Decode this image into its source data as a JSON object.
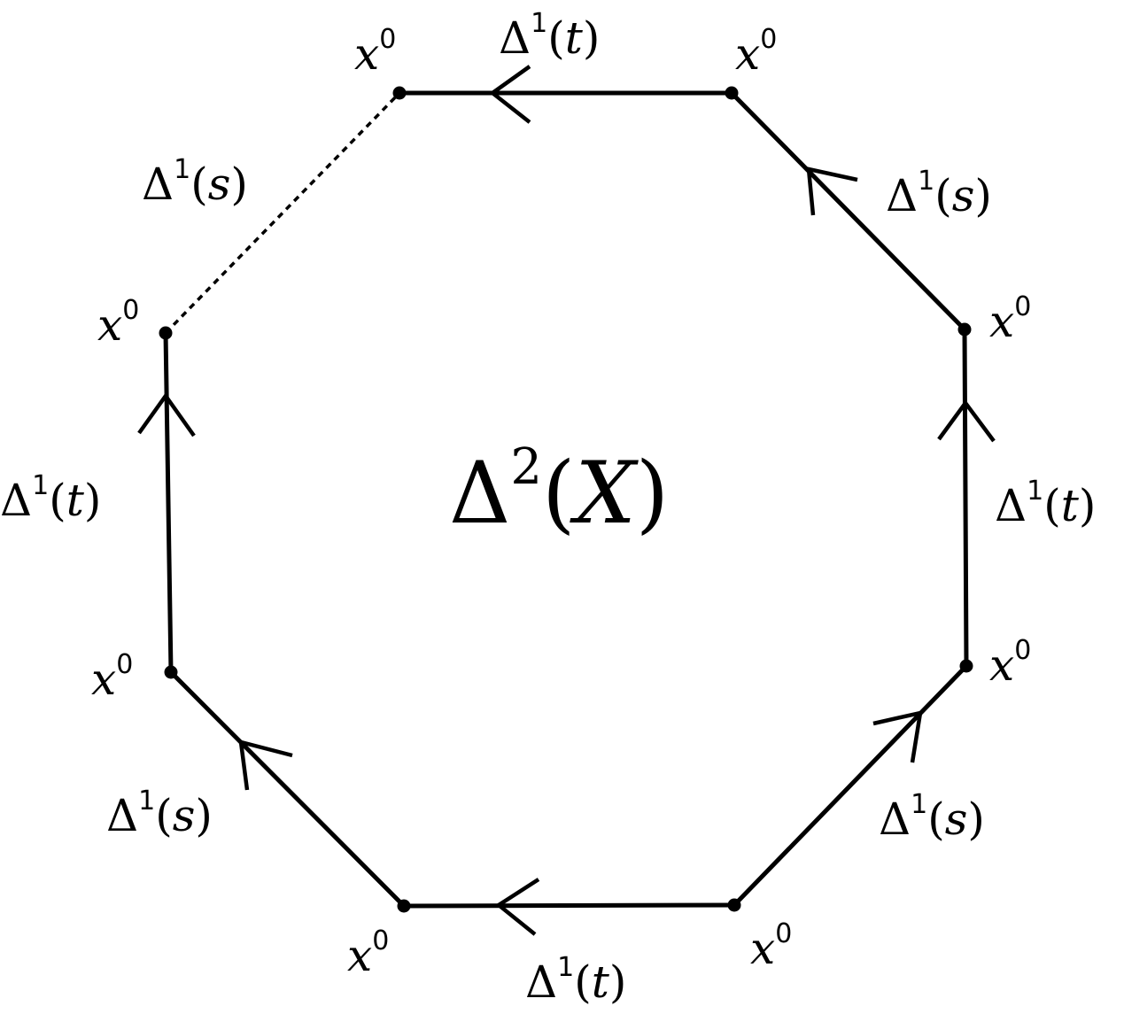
{
  "diagram": {
    "center_label": {
      "base": "Δ",
      "sup": "2",
      "open": "(",
      "var": "X",
      "close": ")"
    },
    "vertex_label": {
      "base": "x",
      "sup": "0"
    },
    "edge_label_s": {
      "base": "Δ",
      "sup": "1",
      "open": "(",
      "var": "s",
      "close": ")"
    },
    "edge_label_t": {
      "base": "Δ",
      "sup": "1",
      "open": "(",
      "var": "t",
      "close": ")"
    }
  }
}
